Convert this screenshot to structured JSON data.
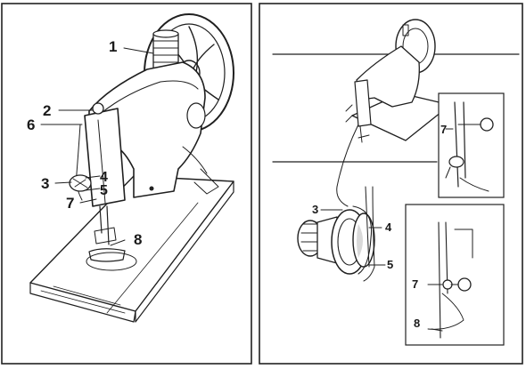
{
  "left_panel": {
    "labels": [
      "1",
      "2",
      "6",
      "3",
      "4",
      "5",
      "7",
      "8"
    ]
  },
  "right_panel": {
    "labels": [
      "3",
      "4",
      "5"
    ],
    "inset_top": {
      "labels": [
        "7"
      ]
    },
    "inset_bottom": {
      "labels": [
        "7",
        "8"
      ]
    }
  }
}
